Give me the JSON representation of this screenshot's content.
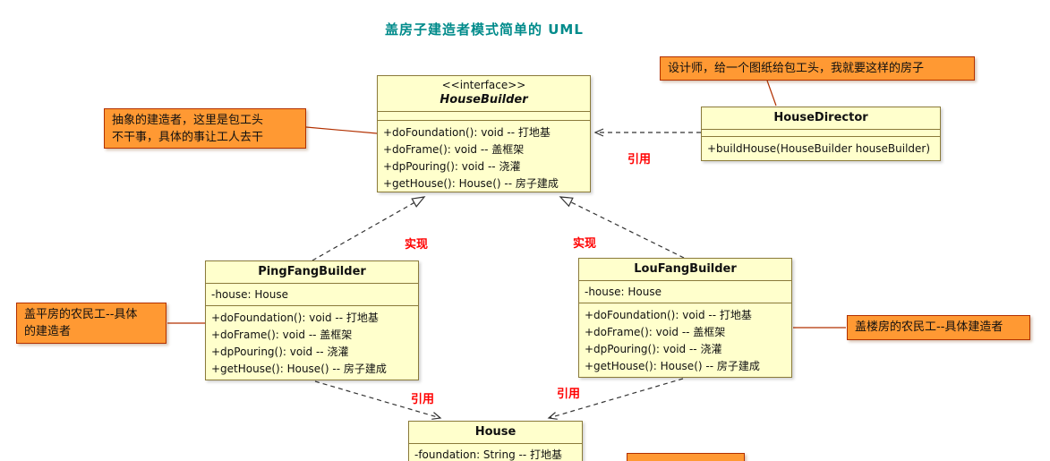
{
  "title": "盖房子建造者模式简单的 UML",
  "labels": {
    "reference_top": "引用",
    "realize_left": "实现",
    "realize_right": "实现",
    "reference_bottom_left": "引用",
    "reference_bottom_right": "引用"
  },
  "classes": {
    "house_builder": {
      "stereotype": "<<interface>>",
      "name": "HouseBuilder",
      "methods": [
        "+doFoundation(): void -- 打地基",
        "+doFrame(): void -- 盖框架",
        "+dpPouring(): void -- 浇灌",
        "+getHouse(): House() -- 房子建成"
      ]
    },
    "house_director": {
      "name": "HouseDirector",
      "methods": [
        "+buildHouse(HouseBuilder houseBuilder)"
      ]
    },
    "ping_fang_builder": {
      "name": "PingFangBuilder",
      "attributes": [
        "-house: House"
      ],
      "methods": [
        "+doFoundation(): void -- 打地基",
        "+doFrame(): void -- 盖框架",
        "+dpPouring(): void -- 浇灌",
        "+getHouse(): House() -- 房子建成"
      ]
    },
    "lou_fang_builder": {
      "name": "LouFangBuilder",
      "attributes": [
        "-house: House"
      ],
      "methods": [
        "+doFoundation(): void -- 打地基",
        "+doFrame(): void -- 盖框架",
        "+dpPouring(): void -- 浇灌",
        "+getHouse(): House() -- 房子建成"
      ]
    },
    "house": {
      "name": "House",
      "attributes": [
        "-foundation: String -- 打地基"
      ]
    }
  },
  "notes": {
    "director": "设计师，给一个图纸给包工头，我就要这样的房子",
    "abstract_builder": "抽象的建造者，这里是包工头\n不干事，具体的事让工人去干",
    "ping_fang": "盖平房的农民工--具体\n的建造者",
    "lou_fang": "盖楼房的农民工--具体建造者"
  },
  "colors": {
    "class_fill": "#FFFFCC",
    "class_border": "#8A7A3A",
    "note_fill": "#FF9933",
    "note_border": "#B23000",
    "title_color": "#008B8B",
    "label_color": "#FF0000"
  }
}
